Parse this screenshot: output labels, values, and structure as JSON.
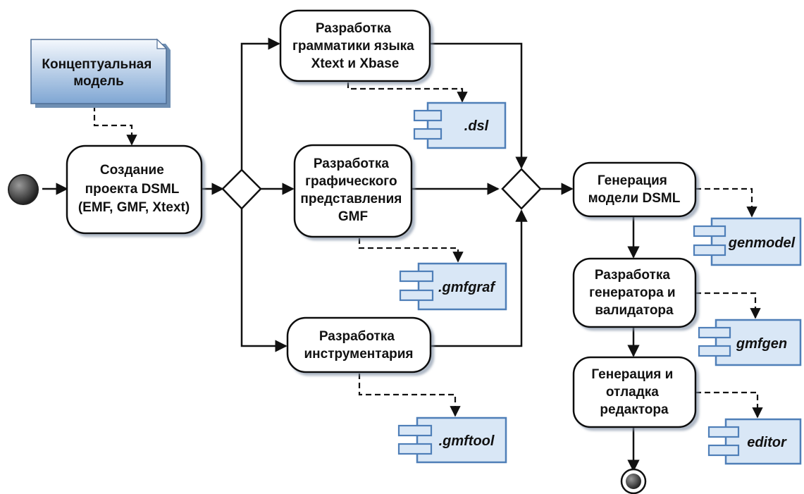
{
  "colors": {
    "stroke": "#111111",
    "artifact_fill": "#d9e7f6",
    "artifact_stroke": "#4f7fb8",
    "note_fill": "#c9dcf2",
    "note_shadow": "#6f8fb3",
    "start_node": "#3a3a3a"
  },
  "nodes": {
    "conceptual_model": [
      "Концептуальная",
      "модель"
    ],
    "create_project": [
      "Создание",
      "проекта DSML",
      "(EMF, GMF, Xtext)"
    ],
    "grammar": [
      "Разработка",
      "грамматики языка",
      "Xtext и Xbase"
    ],
    "graphics": [
      "Разработка",
      "графического",
      "представления",
      "GMF"
    ],
    "tooling": [
      "Разработка",
      "инструментария"
    ],
    "gen_model": [
      "Генерация",
      "модели DSML"
    ],
    "generator": [
      "Разработка",
      "генератора и",
      "валидатора"
    ],
    "editor_gen": [
      "Генерация и",
      "отладка",
      "редактора"
    ]
  },
  "artifacts": {
    "dsl": ".dsl",
    "gmfgraf": ".gmfgraf",
    "gmftool": ".gmftool",
    "genmodel": "genmodel",
    "gmfgen": "gmfgen",
    "editor": "editor"
  },
  "icons": [
    "initial-node-icon",
    "final-node-icon",
    "decision-node-icon",
    "component-icon",
    "note-icon"
  ]
}
